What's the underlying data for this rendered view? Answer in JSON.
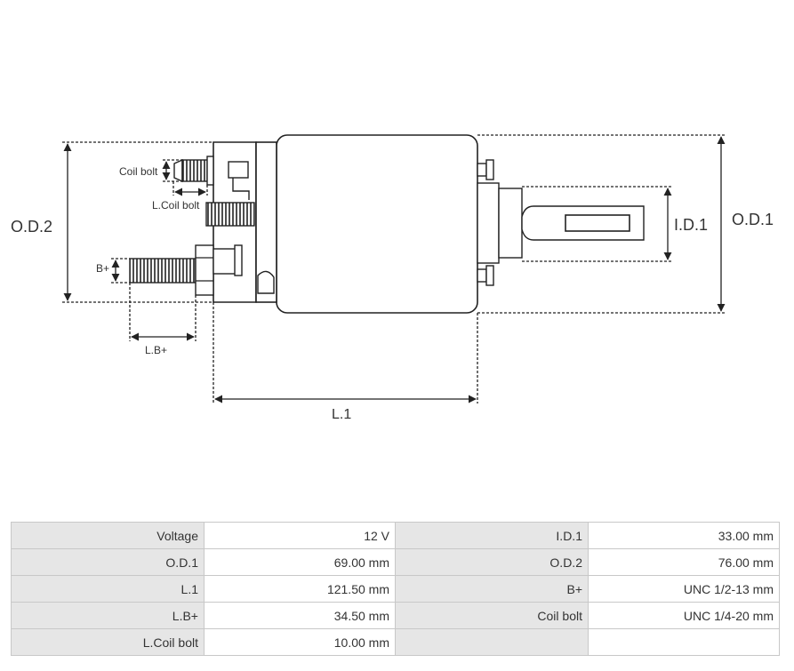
{
  "diagram": {
    "labels": {
      "od2": "O.D.2",
      "od1": "O.D.1",
      "id1": "I.D.1",
      "coil_bolt": "Coil bolt",
      "l_coil_bolt": "L.Coil bolt",
      "b_plus": "B+",
      "l_b_plus": "L.B+",
      "l1": "L.1"
    }
  },
  "specs": {
    "rows": [
      [
        {
          "label": "Voltage",
          "value": "12 V"
        },
        {
          "label": "I.D.1",
          "value": "33.00 mm"
        }
      ],
      [
        {
          "label": "O.D.1",
          "value": "69.00 mm"
        },
        {
          "label": "O.D.2",
          "value": "76.00 mm"
        }
      ],
      [
        {
          "label": "L.1",
          "value": "121.50 mm"
        },
        {
          "label": "B+",
          "value": "UNC 1/2-13 mm"
        }
      ],
      [
        {
          "label": "L.B+",
          "value": "34.50 mm"
        },
        {
          "label": "Coil bolt",
          "value": "UNC 1/4-20 mm"
        }
      ],
      [
        {
          "label": "L.Coil bolt",
          "value": "10.00 mm"
        },
        {
          "label": "",
          "value": ""
        }
      ]
    ]
  }
}
